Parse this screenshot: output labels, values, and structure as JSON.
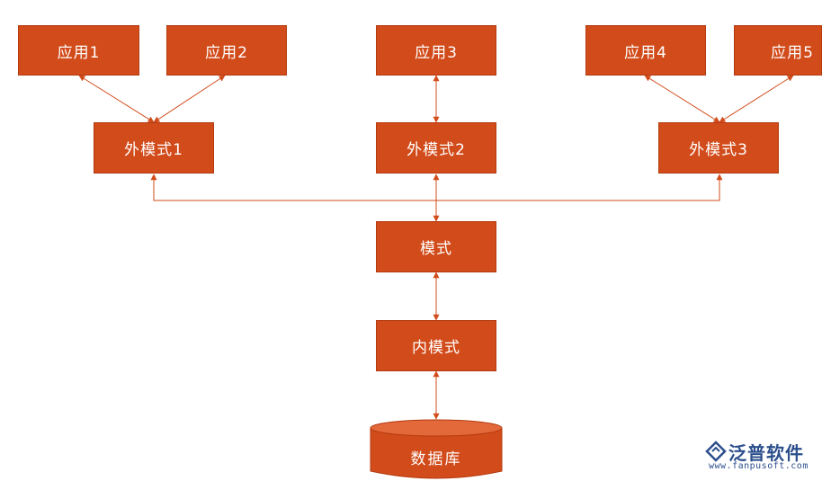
{
  "applications": [
    "应用1",
    "应用2",
    "应用3",
    "应用4",
    "应用5"
  ],
  "external_schemas": [
    "外模式1",
    "外模式2",
    "外模式3"
  ],
  "schema": "模式",
  "internal_schema": "内模式",
  "database": "数据库",
  "watermark": {
    "brand": "泛普软件",
    "url": "www.fanpusoft.com"
  },
  "colors": {
    "box_fill": "#d24b1a",
    "line": "#d24b1a",
    "brand": "#2c4f8c"
  }
}
